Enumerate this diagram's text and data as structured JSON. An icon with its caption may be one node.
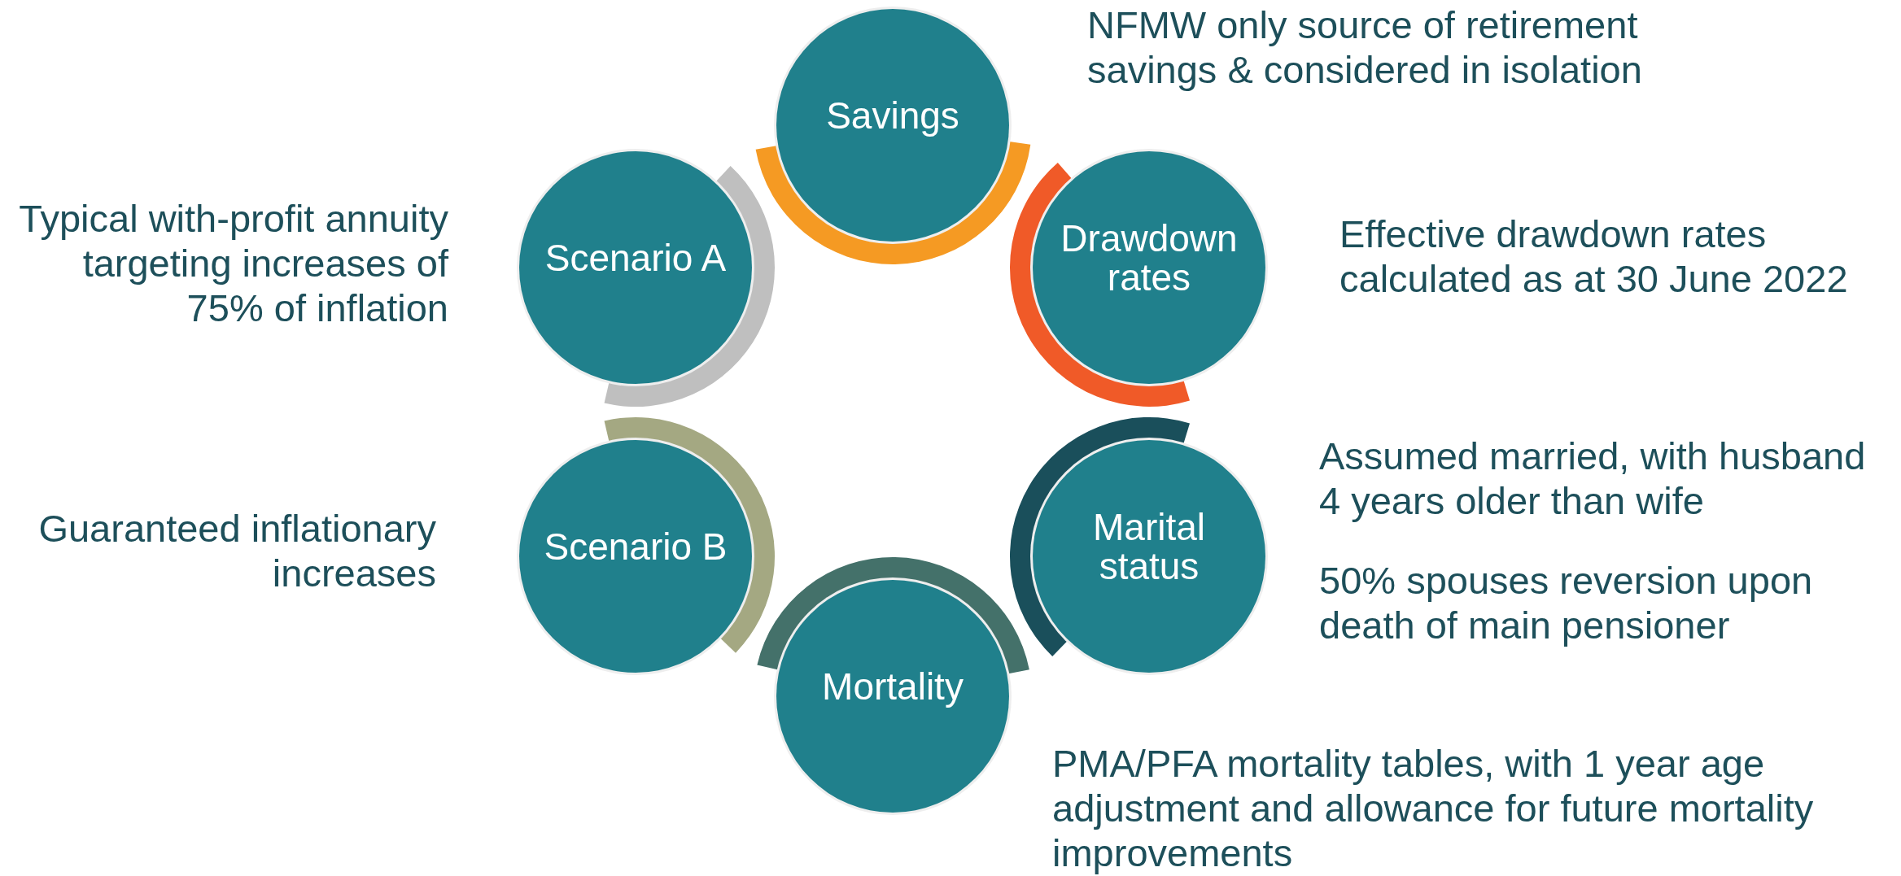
{
  "diagram": {
    "nodes": [
      {
        "text": [
          "Savings"
        ],
        "beside": [
          "NFMW only source of retirement savings & considered in isolation"
        ]
      },
      {
        "text": [
          "Drawdown rates"
        ],
        "beside": [
          "Effective drawdown rates calculated as at 30 June 2022"
        ]
      },
      {
        "text": [
          "Marital status"
        ],
        "beside": [
          "Assumed married, with husband 4 years older than wife",
          "50% spouses reversion upon death of main pensioner"
        ]
      },
      {
        "text": [
          "Mortality"
        ],
        "beside": [
          "PMA/PFA mortality tables, with 1 year age adjustment and allowance for future mortality improvements"
        ]
      },
      {
        "text": [
          "Scenario B"
        ],
        "beside": [
          "Guaranteed inflationary increases"
        ]
      },
      {
        "text": [
          "Scenario A"
        ],
        "beside": [
          "Typical with-profit annuity targeting increases of 75% of inflation"
        ]
      }
    ]
  }
}
